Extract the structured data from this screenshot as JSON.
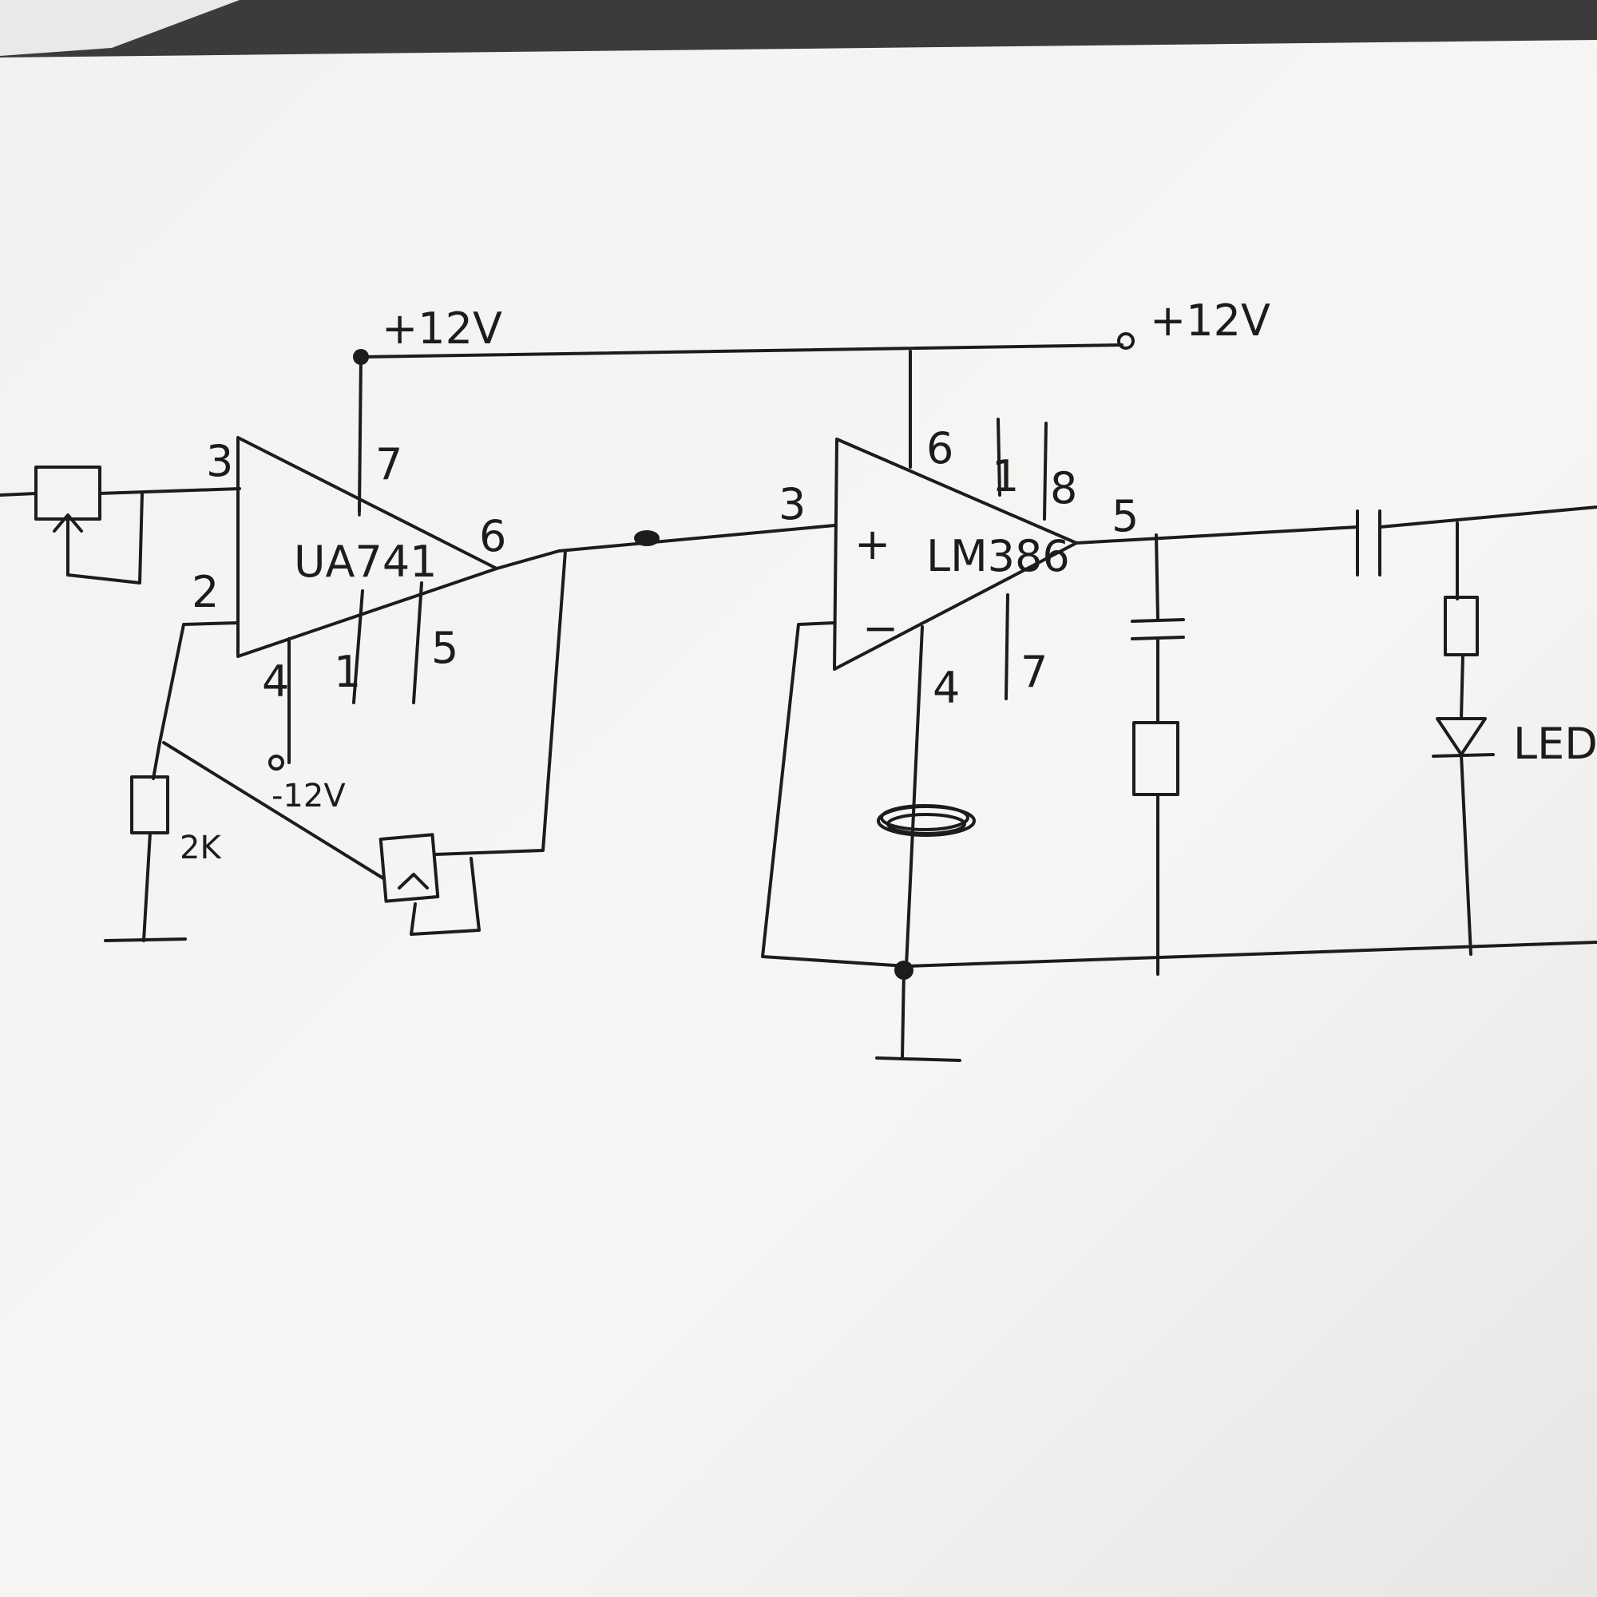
{
  "supply": {
    "left": "+12V",
    "right": "+12V",
    "negative": "-12V"
  },
  "op_amp_1": {
    "label": "UA741",
    "pin_in_plus": "3",
    "pin_in_minus": "2",
    "pin_out": "6",
    "pin_v_plus": "7",
    "pin_v_minus": "4",
    "pin_offset_a": "1",
    "pin_offset_b": "5"
  },
  "op_amp_2": {
    "label": "LM386",
    "pin_in_plus": "3",
    "pin_out": "5",
    "pin_supply": "6",
    "pin_gain_a": "1",
    "pin_gain_b": "8",
    "pin_ground": "4",
    "pin_bypass": "7",
    "plus_sign": "+",
    "minus_sign": "−"
  },
  "components": {
    "resistor_value": "2K",
    "led_label": "LED"
  },
  "colors": {
    "ink": "#1c1c1c",
    "paper": "#f4f4f2",
    "background": "#3a3a3a"
  }
}
